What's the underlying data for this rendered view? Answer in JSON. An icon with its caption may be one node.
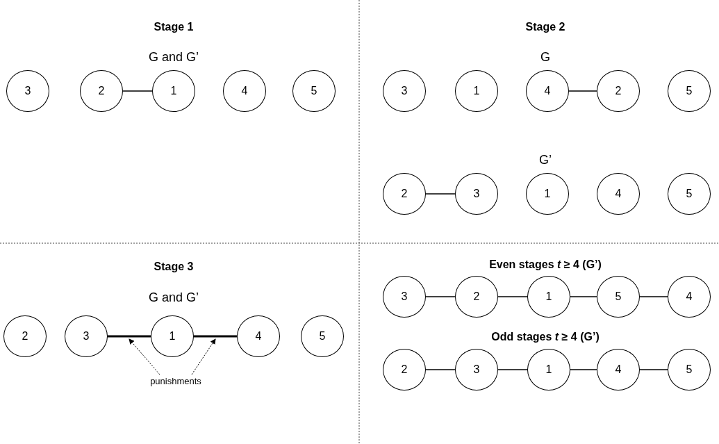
{
  "diagram": {
    "nodes": [
      {
        "text": [
          "3"
        ]
      },
      {
        "text": [
          "2"
        ]
      },
      {
        "text": [
          "1"
        ]
      },
      {
        "text": [
          "4"
        ]
      },
      {
        "text": [
          "5"
        ]
      },
      {
        "text": [
          "3"
        ]
      },
      {
        "text": [
          "1"
        ]
      },
      {
        "text": [
          "4"
        ]
      },
      {
        "text": [
          "2"
        ]
      },
      {
        "text": [
          "5"
        ]
      },
      {
        "text": [
          "2"
        ]
      },
      {
        "text": [
          "3"
        ]
      },
      {
        "text": [
          "1"
        ]
      },
      {
        "text": [
          "4"
        ]
      },
      {
        "text": [
          "5"
        ]
      },
      {
        "text": [
          "2"
        ]
      },
      {
        "text": [
          "3"
        ]
      },
      {
        "text": [
          "1"
        ]
      },
      {
        "text": [
          "4"
        ]
      },
      {
        "text": [
          "5"
        ]
      },
      {
        "text": [
          "punishments"
        ]
      },
      {
        "text": [
          "3"
        ]
      },
      {
        "text": [
          "2"
        ]
      },
      {
        "text": [
          "1"
        ]
      },
      {
        "text": [
          "5"
        ]
      },
      {
        "text": [
          "4"
        ]
      },
      {
        "text": [
          "2"
        ]
      },
      {
        "text": [
          "3"
        ]
      },
      {
        "text": [
          "1"
        ]
      },
      {
        "text": [
          "4"
        ]
      },
      {
        "text": [
          "5"
        ]
      }
    ],
    "edges": [
      {
        "from": 1,
        "to": 2,
        "arrow": "none"
      },
      {
        "from": 7,
        "to": 8,
        "arrow": "none"
      },
      {
        "from": 10,
        "to": 11,
        "arrow": "none"
      },
      {
        "from": 16,
        "to": 17,
        "arrow": "none",
        "style": "thick"
      },
      {
        "from": 17,
        "to": 18,
        "arrow": "none",
        "style": "thick"
      },
      {
        "from": 20,
        "to": null,
        "arrow": "to",
        "style": "dashed"
      },
      {
        "from": 20,
        "to": null,
        "arrow": "to",
        "style": "dashed"
      },
      {
        "from": 21,
        "to": 22,
        "arrow": "none"
      },
      {
        "from": 22,
        "to": 23,
        "arrow": "none"
      },
      {
        "from": 23,
        "to": 24,
        "arrow": "none"
      },
      {
        "from": 24,
        "to": 25,
        "arrow": "none"
      },
      {
        "from": 26,
        "to": 27,
        "arrow": "none"
      },
      {
        "from": 27,
        "to": 28,
        "arrow": "none"
      },
      {
        "from": 28,
        "to": 29,
        "arrow": "none"
      },
      {
        "from": 29,
        "to": 30,
        "arrow": "none"
      }
    ],
    "labels": [
      "Stage 1",
      "G and G’",
      "Stage 2",
      "G",
      "G’",
      "Stage 3",
      "G and G’",
      "Even stages *t* ≥ 4 (G’)",
      "Odd stages *t* ≥ 4 (G’)"
    ]
  }
}
